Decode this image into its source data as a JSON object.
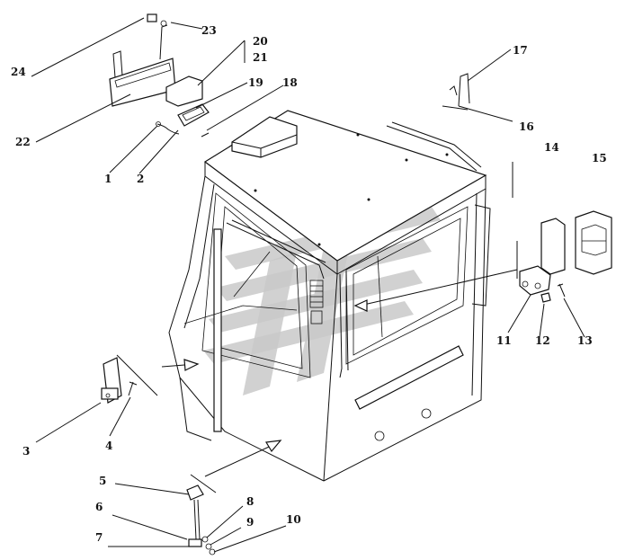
{
  "callouts": [
    {
      "id": "c1",
      "text": "1"
    },
    {
      "id": "c2",
      "text": "2"
    },
    {
      "id": "c3",
      "text": "3"
    },
    {
      "id": "c4",
      "text": "4"
    },
    {
      "id": "c5",
      "text": "5"
    },
    {
      "id": "c6",
      "text": "6"
    },
    {
      "id": "c7",
      "text": "7"
    },
    {
      "id": "c8",
      "text": "8"
    },
    {
      "id": "c9",
      "text": "9"
    },
    {
      "id": "c10",
      "text": "10"
    },
    {
      "id": "c11",
      "text": "11"
    },
    {
      "id": "c12",
      "text": "12"
    },
    {
      "id": "c13",
      "text": "13"
    },
    {
      "id": "c14",
      "text": "14"
    },
    {
      "id": "c15",
      "text": "15"
    },
    {
      "id": "c16",
      "text": "16"
    },
    {
      "id": "c17",
      "text": "17"
    },
    {
      "id": "c18",
      "text": "18"
    },
    {
      "id": "c19",
      "text": "19"
    },
    {
      "id": "c20",
      "text": "20"
    },
    {
      "id": "c21",
      "text": "21"
    },
    {
      "id": "c22",
      "text": "22"
    },
    {
      "id": "c23",
      "text": "23"
    },
    {
      "id": "c24",
      "text": "24"
    }
  ],
  "watermark": {
    "color": "#c9c9c9",
    "icon": "company-logo-watermark"
  }
}
